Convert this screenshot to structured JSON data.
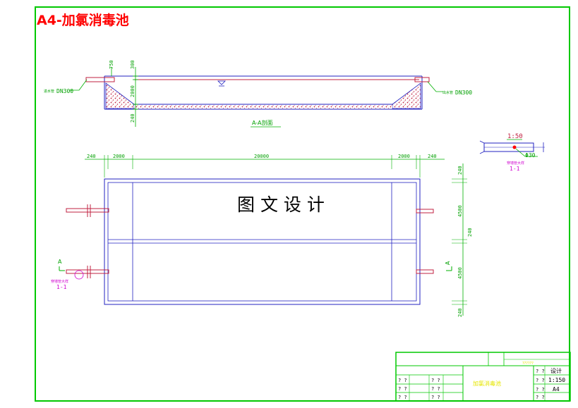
{
  "drawing": {
    "title": "A4-加氯消毒池",
    "watermark": "图 文 设 计",
    "section_label": "A-A剖面",
    "pipe_left_label": "进水管",
    "pipe_left_size": "DN300",
    "pipe_right_label": "出水管",
    "pipe_right_size": "DN300",
    "dims_section": {
      "top_small": "750",
      "top": "300",
      "depth": "2000",
      "bottom": "240"
    },
    "dims_plan_top": {
      "d1": "240",
      "d2": "2000",
      "d3": "20000",
      "d4": "2000",
      "d5": "240"
    },
    "dims_plan_right": {
      "r1": "240",
      "r2": "4500",
      "r3": "240",
      "r4": "4500",
      "r5": "240"
    },
    "detail": {
      "scale": "1:50",
      "dia": "Φ30",
      "note": "穿墙管大样",
      "id": "1-1"
    },
    "section_marks": {
      "left": "A",
      "right": "A"
    },
    "detail_ref": {
      "note": "穿墙管大样",
      "id": "1-1"
    }
  },
  "title_block": {
    "project": "加氯消毒池",
    "design": "设计",
    "scale": "1:150",
    "sheet": "A4",
    "stamp": "??????",
    "qmark": "? ?"
  },
  "colors": {
    "frame": "#00c800",
    "title": "#ff0000",
    "outline": "#2020c0",
    "pipe": "#c02040",
    "dims": "#00b000",
    "text_green": "#00a000",
    "magenta": "#d000d0",
    "block_yellow": "#e6e600"
  }
}
